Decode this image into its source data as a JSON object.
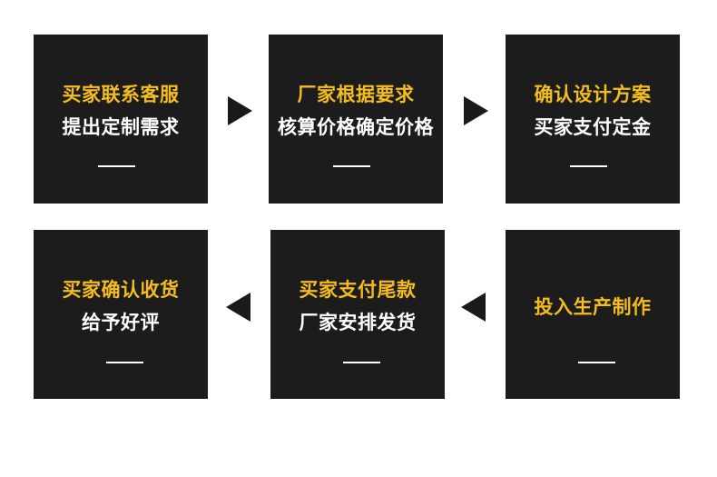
{
  "colors": {
    "box_bg": "#1c1c1c",
    "highlight": "#f5bd1c",
    "text": "#ffffff",
    "arrow": "#1a1a1a"
  },
  "steps": [
    {
      "line1": "买家联系客服",
      "line2": "提出定制需求"
    },
    {
      "line1": "厂家根据要求",
      "line2": "核算价格确定价格"
    },
    {
      "line1": "确认设计方案",
      "line2": "买家支付定金"
    },
    {
      "line1": "买家确认收货",
      "line2": "给予好评"
    },
    {
      "line1": "买家支付尾款",
      "line2": "厂家安排发货"
    },
    {
      "line1": "投入生产制作",
      "line2": ""
    }
  ],
  "arrows": [
    {
      "direction": "right-arrow-icon"
    },
    {
      "direction": "right-arrow-icon"
    },
    {
      "direction": "left-arrow-icon"
    },
    {
      "direction": "left-arrow-icon"
    }
  ]
}
